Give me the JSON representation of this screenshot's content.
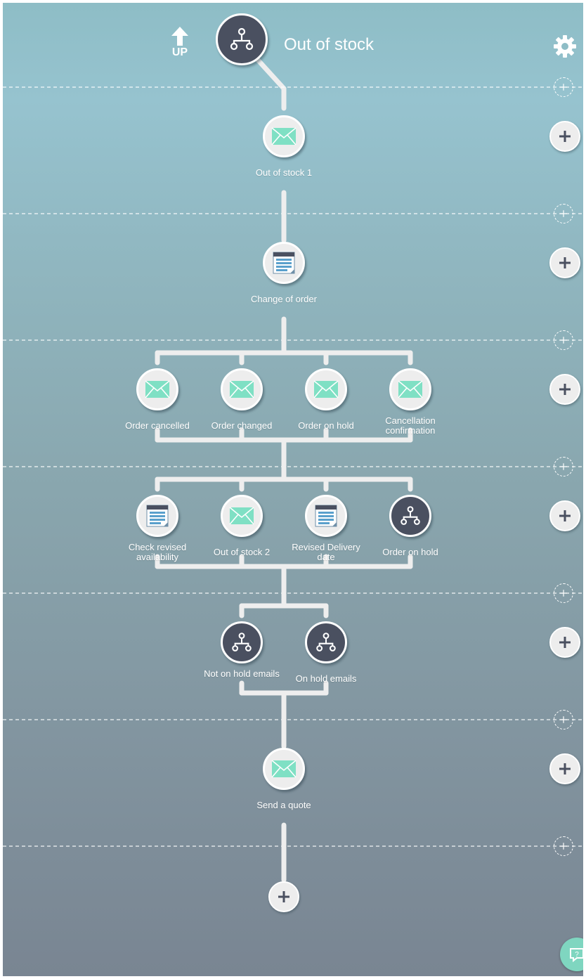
{
  "header": {
    "title": "Out of stock",
    "up_label": "UP",
    "settings_icon": "gear-icon"
  },
  "colors": {
    "node_fill": "#ededed",
    "dark_node_fill": "#4a5060",
    "email_icon": "#7fe0c4",
    "line": "#eeeeee"
  },
  "rows": [
    {
      "nodes": [
        {
          "label": "Out of stock 1",
          "icon": "email-icon"
        }
      ]
    },
    {
      "nodes": [
        {
          "label": "Change of order",
          "icon": "form-icon"
        }
      ]
    },
    {
      "nodes": [
        {
          "label": "Order cancelled",
          "icon": "email-icon"
        },
        {
          "label": "Order changed",
          "icon": "email-icon"
        },
        {
          "label": "Order on hold",
          "icon": "email-icon"
        },
        {
          "label": "Cancellation confirmation",
          "icon": "email-icon"
        }
      ]
    },
    {
      "nodes": [
        {
          "label": "Check revised availability",
          "icon": "form-icon"
        },
        {
          "label": "Out of stock 2",
          "icon": "email-icon"
        },
        {
          "label": "Revised Delivery date",
          "icon": "form-icon"
        },
        {
          "label": "Order on hold",
          "icon": "branch-icon"
        }
      ]
    },
    {
      "nodes": [
        {
          "label": "Not on hold emails",
          "icon": "branch-icon"
        },
        {
          "label": "On hold emails",
          "icon": "branch-icon"
        }
      ]
    },
    {
      "nodes": [
        {
          "label": "Send a quote",
          "icon": "email-icon"
        }
      ]
    }
  ]
}
